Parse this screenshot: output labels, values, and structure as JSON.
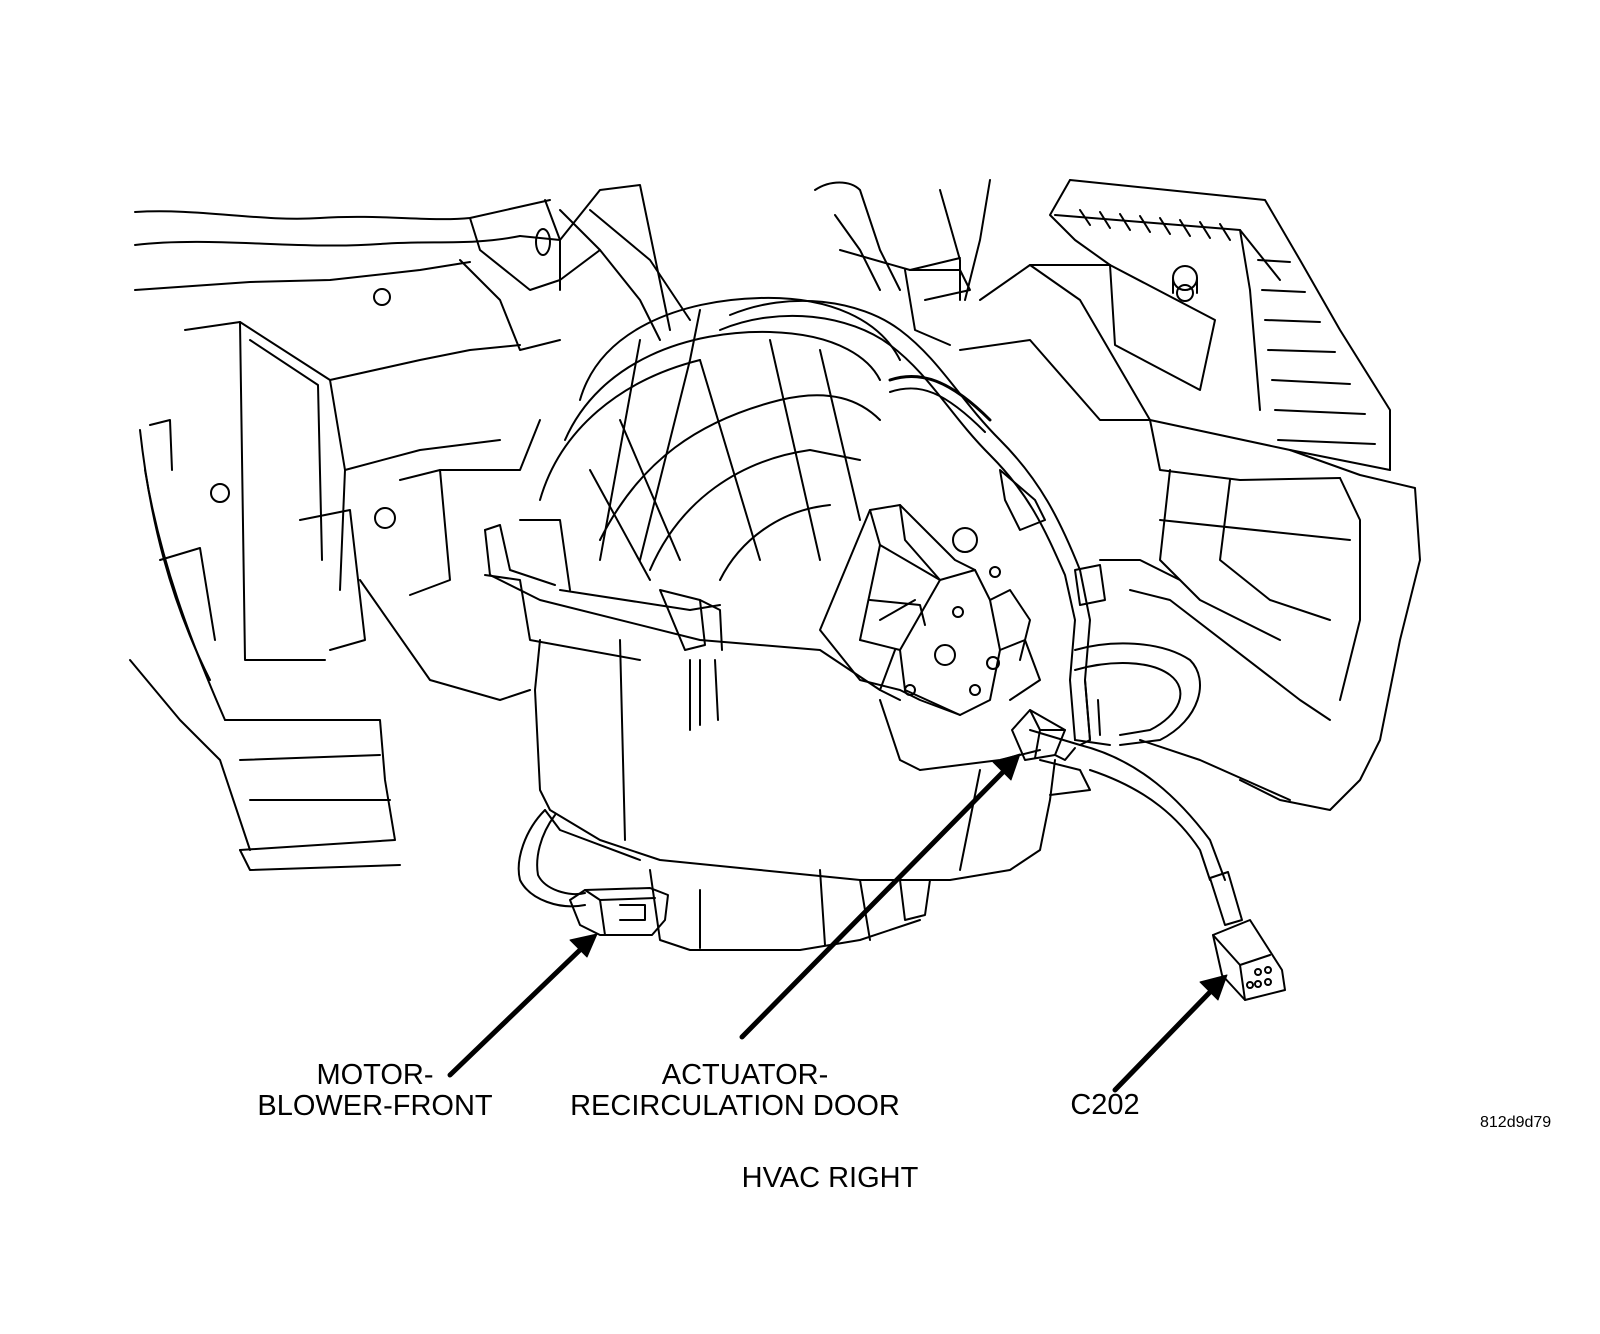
{
  "diagram": {
    "callouts": {
      "motor": {
        "line1": "MOTOR-",
        "line2": "BLOWER-FRONT"
      },
      "actuator": {
        "line1": "ACTUATOR-",
        "line2": "RECIRCULATION DOOR"
      },
      "connector": {
        "line1": "C202"
      }
    },
    "caption": "HVAC RIGHT",
    "figure_id": "812d9d79"
  },
  "colors": {
    "ink": "#000000",
    "paper": "#ffffff"
  }
}
